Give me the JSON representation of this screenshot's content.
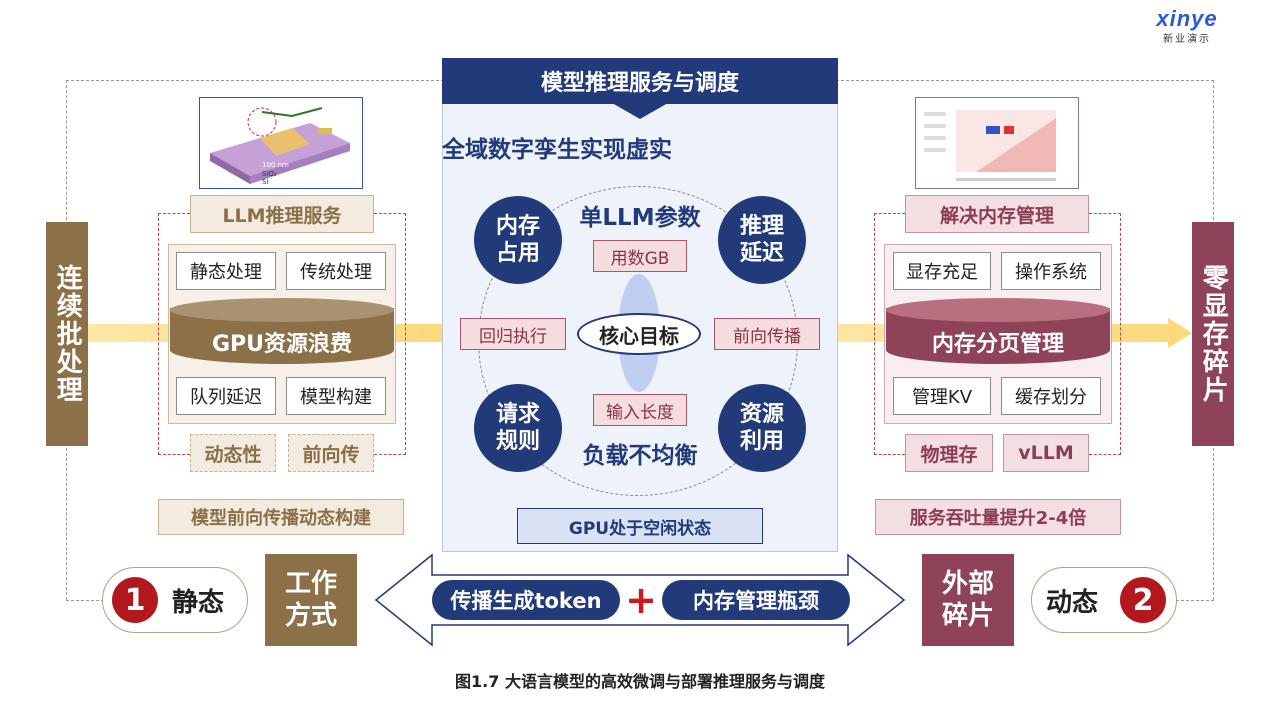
{
  "brand": {
    "logo_text": "xinye",
    "logo_sub": "新业演示"
  },
  "center": {
    "title": "模型推理服务与调度",
    "subtitle": "全域数字孪生实现虚实",
    "core": "核心目标",
    "top_head": "单LLM参数",
    "top_tag": "用数GB",
    "bottom_head": "负载不均衡",
    "bottom_tag": "输入长度",
    "left_tag": "回归执行",
    "right_tag": "前向传播",
    "balls": {
      "top_left": "内存\n占用",
      "top_right": "推理\n延迟",
      "bottom_left": "请求\n规则",
      "bottom_right": "资源\n利用"
    },
    "footer": "GPU处于空闲状态"
  },
  "left": {
    "vertical": "连续批处理",
    "header": "LLM推理服务",
    "tiles_top": [
      "静态处理",
      "传统处理"
    ],
    "cylinder": "GPU资源浪费",
    "tiles_bottom": [
      "队列延迟",
      "模型构建"
    ],
    "tags": [
      "动态性",
      "前向传"
    ],
    "note": "模型前向传播动态构建"
  },
  "right": {
    "vertical": "零显存碎片",
    "header": "解决内存管理",
    "tiles_top": [
      "显存充足",
      "操作系统"
    ],
    "cylinder": "内存分页管理",
    "tiles_bottom": [
      "管理KV",
      "缓存划分"
    ],
    "tags": [
      "物理存",
      "vLLM"
    ],
    "note": "服务吞吐量提升2-4倍"
  },
  "bottom": {
    "left_num": "1",
    "left_label": "静态",
    "left_box": "工作\n方式",
    "arrow_left_pill": "传播生成token",
    "plus": "+",
    "arrow_right_pill": "内存管理瓶颈",
    "right_box": "外部\n碎片",
    "right_label": "动态",
    "right_num": "2"
  },
  "caption": "图1.7 大语言模型的高效微调与部署推理服务与调度",
  "colors": {
    "navy": "#223a7a",
    "tan": "#8b7048",
    "rose": "#8e4359",
    "red": "#b3181f",
    "yellow": "#fbd97c"
  }
}
